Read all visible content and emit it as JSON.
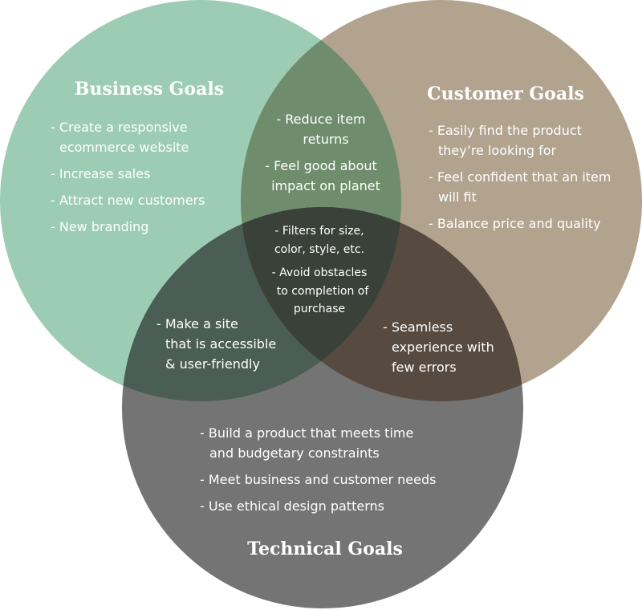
{
  "colors": {
    "business": "#9ccdb4",
    "customer": "#b2a38f",
    "technical": "#747474",
    "business_customer": "#6f8d6c",
    "business_technical": "#4b5e55",
    "customer_technical": "#564a41",
    "center": "#3a4139",
    "text": "#ffffff"
  },
  "sets": {
    "business": {
      "title": "Business Goals",
      "items": [
        [
          "- Create a responsive",
          "ecommerce website"
        ],
        [
          "- Increase sales"
        ],
        [
          "- Attract new customers"
        ],
        [
          "- New branding"
        ]
      ]
    },
    "customer": {
      "title": "Customer Goals",
      "items": [
        [
          "- Easily find the product",
          "they’re looking for"
        ],
        [
          "- Feel confident that an item",
          "will fit"
        ],
        [
          "- Balance price and quality"
        ]
      ]
    },
    "technical": {
      "title": "Technical Goals",
      "items": [
        [
          "- Build a product that meets time",
          "and budgetary constraints"
        ],
        [
          "- Meet business and customer needs"
        ],
        [
          "- Use ethical design patterns"
        ]
      ]
    }
  },
  "overlaps": {
    "business_customer": [
      [
        "- Reduce item",
        "returns"
      ],
      [
        "- Feel good about",
        "impact on planet"
      ]
    ],
    "business_technical": [
      [
        "- Make a site",
        "that is accessible",
        "& user-friendly"
      ]
    ],
    "customer_technical": [
      [
        "- Seamless",
        "experience with",
        "few errors"
      ]
    ],
    "all_three": [
      [
        "- Filters for size,",
        "color, style, etc."
      ],
      [
        "- Avoid obstacles",
        "to  completion of",
        "purchase"
      ]
    ]
  }
}
